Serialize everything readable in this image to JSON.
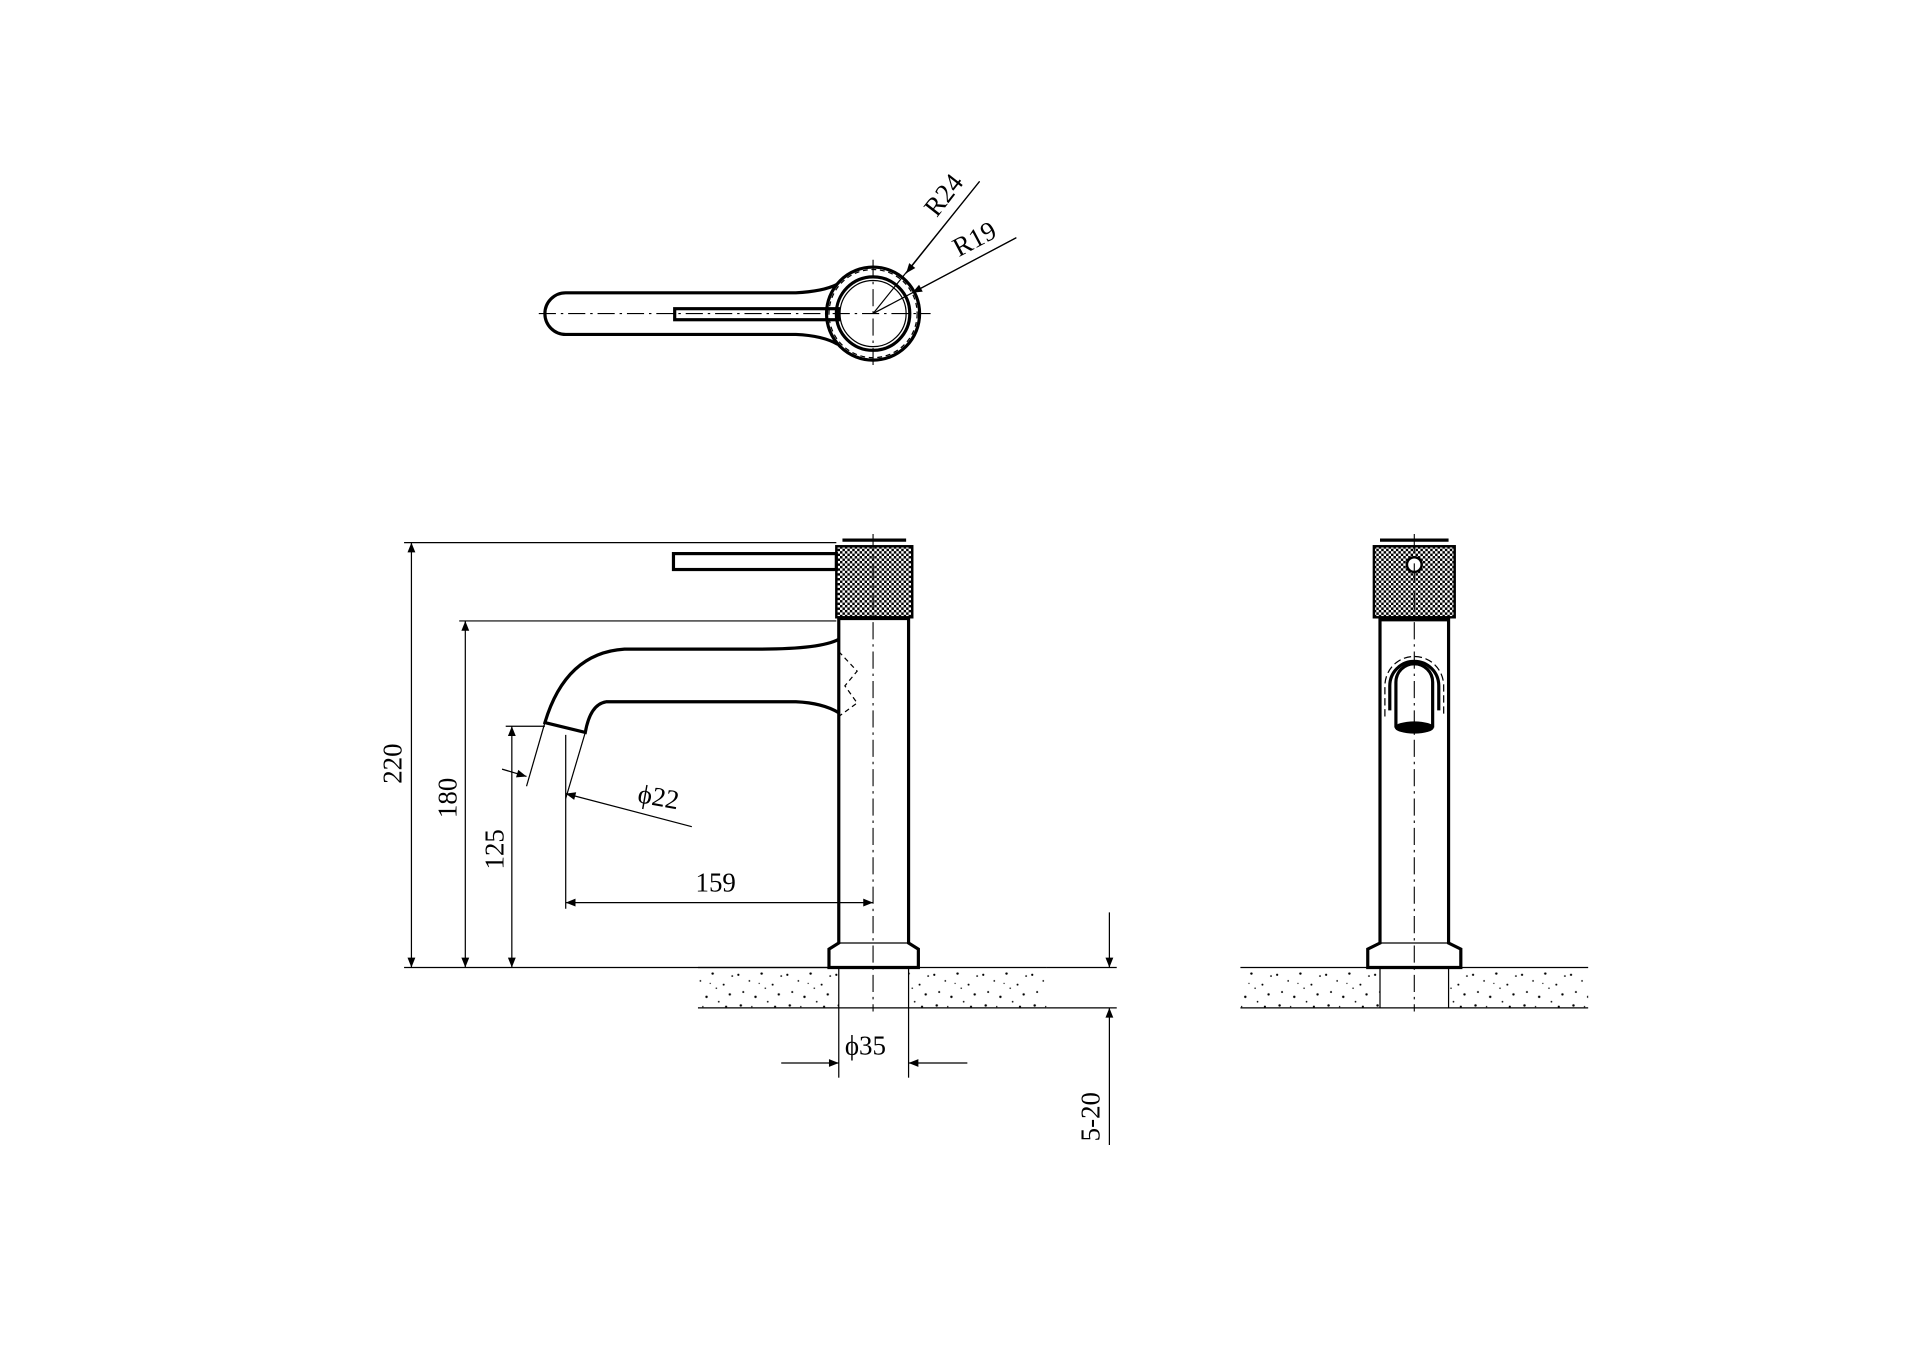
{
  "drawing": {
    "title": "Basin mixer faucet technical drawing",
    "top_view": {
      "labels": {
        "outer_radius": "R24",
        "inner_radius": "R19"
      }
    },
    "side_view": {
      "labels": {
        "total_height": "220",
        "spout_top_height": "180",
        "spout_outlet_height": "125",
        "outlet_diameter": "ϕ22",
        "spout_reach": "159",
        "base_diameter": "ϕ35",
        "counter_thickness": "5-20"
      }
    },
    "colors": {
      "line": "#000000",
      "background": "#ffffff"
    }
  }
}
